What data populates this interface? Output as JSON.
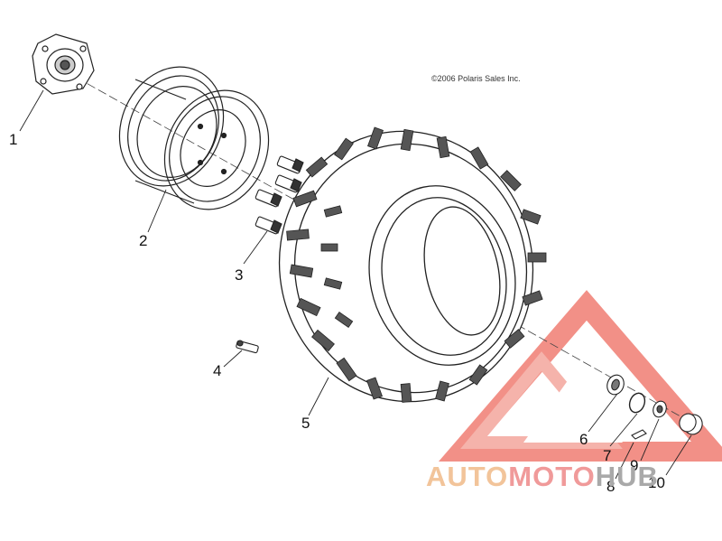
{
  "diagram": {
    "copyright": "©2006 Polaris Sales Inc.",
    "callouts": [
      "1",
      "2",
      "3",
      "4",
      "5",
      "6",
      "7",
      "8",
      "9",
      "10"
    ],
    "watermark": {
      "part1": "AUTO",
      "part2": "MOTO",
      "part3": "HUB"
    },
    "colors": {
      "line": "#222222",
      "watermark_red": "#e8483c",
      "watermark_gray": "#a9a9a9"
    }
  }
}
